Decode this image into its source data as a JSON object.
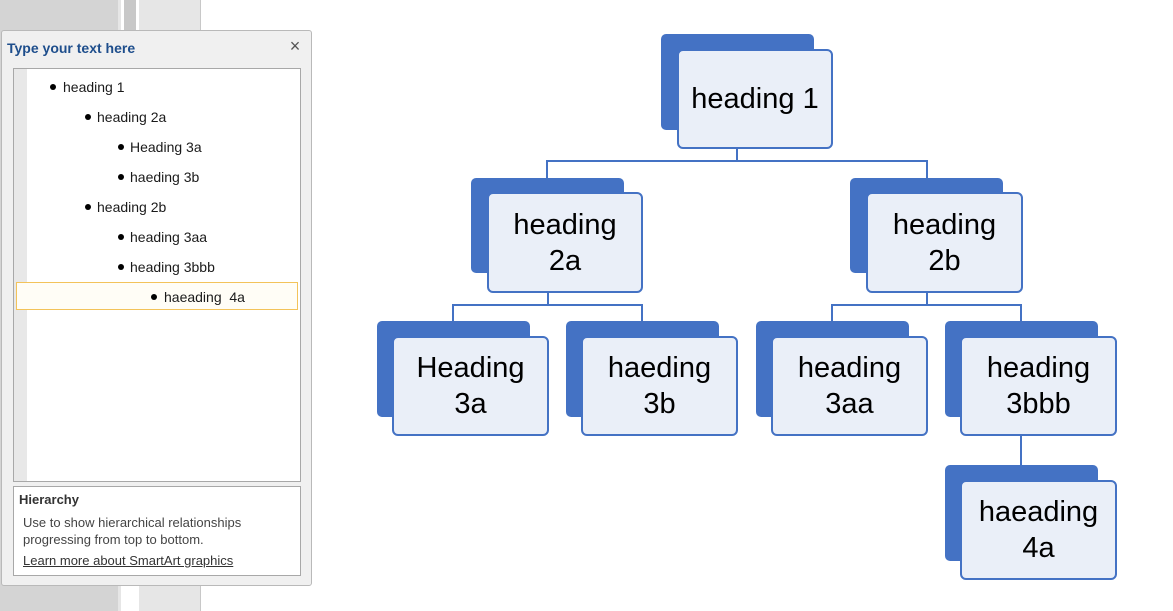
{
  "text_pane": {
    "title": "Type your text here",
    "close_symbol": "×",
    "items": [
      {
        "level": 1,
        "text": "heading 1"
      },
      {
        "level": 2,
        "text": "heading 2a"
      },
      {
        "level": 3,
        "text": "Heading 3a"
      },
      {
        "level": 3,
        "text": "haeding 3b"
      },
      {
        "level": 2,
        "text": "heading 2b"
      },
      {
        "level": 3,
        "text": "heading 3aa"
      },
      {
        "level": 3,
        "text": "heading 3bbb"
      },
      {
        "level": 4,
        "text": "haeading  4a",
        "selected": true
      }
    ],
    "info": {
      "title": "Hierarchy",
      "description": "Use to show hierarchical relationships progressing from top to bottom.",
      "link": "Learn more about SmartArt graphics"
    }
  },
  "diagram": {
    "accent_color": "#4472c4",
    "fill_color": "#eaeff8",
    "nodes": {
      "h1": {
        "line1": "heading 1",
        "line2": ""
      },
      "h2a": {
        "line1": "heading",
        "line2": "2a"
      },
      "h2b": {
        "line1": "heading",
        "line2": "2b"
      },
      "h3a": {
        "line1": "Heading",
        "line2": "3a"
      },
      "h3b": {
        "line1": "haeding",
        "line2": "3b"
      },
      "h3aa": {
        "line1": "heading",
        "line2": "3aa"
      },
      "h3bbb": {
        "line1": "heading",
        "line2": "3bbb"
      },
      "h4a": {
        "line1": "haeading",
        "line2": "4a"
      }
    }
  }
}
